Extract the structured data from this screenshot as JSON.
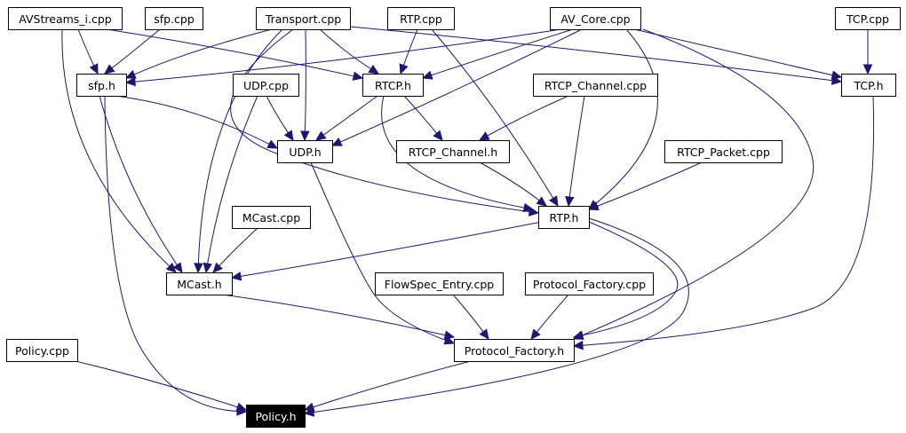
{
  "diagram": {
    "colors": {
      "edge": "#191970",
      "node_border": "#000000",
      "node_fill": "#ffffff",
      "highlight_fill": "#000000",
      "highlight_text": "#ffffff"
    },
    "nodes": [
      {
        "id": "avstreams_i_cpp",
        "label": "AVStreams_i.cpp"
      },
      {
        "id": "sfp_cpp",
        "label": "sfp.cpp"
      },
      {
        "id": "transport_cpp",
        "label": "Transport.cpp"
      },
      {
        "id": "rtp_cpp",
        "label": "RTP.cpp"
      },
      {
        "id": "av_core_cpp",
        "label": "AV_Core.cpp"
      },
      {
        "id": "tcp_cpp",
        "label": "TCP.cpp"
      },
      {
        "id": "sfp_h",
        "label": "sfp.h"
      },
      {
        "id": "udp_cpp",
        "label": "UDP.cpp"
      },
      {
        "id": "rtcp_h",
        "label": "RTCP.h"
      },
      {
        "id": "rtcp_channel_cpp",
        "label": "RTCP_Channel.cpp"
      },
      {
        "id": "tcp_h",
        "label": "TCP.h"
      },
      {
        "id": "udp_h",
        "label": "UDP.h"
      },
      {
        "id": "rtcp_channel_h",
        "label": "RTCP_Channel.h"
      },
      {
        "id": "rtcp_packet_cpp",
        "label": "RTCP_Packet.cpp"
      },
      {
        "id": "mcast_cpp",
        "label": "MCast.cpp"
      },
      {
        "id": "rtp_h",
        "label": "RTP.h"
      },
      {
        "id": "mcast_h",
        "label": "MCast.h"
      },
      {
        "id": "flowspec_entry_cpp",
        "label": "FlowSpec_Entry.cpp"
      },
      {
        "id": "protocol_factory_cpp",
        "label": "Protocol_Factory.cpp"
      },
      {
        "id": "policy_cpp",
        "label": "Policy.cpp"
      },
      {
        "id": "protocol_factory_h",
        "label": "Protocol_Factory.h"
      },
      {
        "id": "policy_h",
        "label": "Policy.h",
        "highlight": true
      }
    ],
    "edges": [
      {
        "from": "avstreams_i_cpp",
        "to": "sfp_h"
      },
      {
        "from": "avstreams_i_cpp",
        "to": "rtcp_h"
      },
      {
        "from": "avstreams_i_cpp",
        "to": "mcast_h"
      },
      {
        "from": "sfp_cpp",
        "to": "sfp_h"
      },
      {
        "from": "transport_cpp",
        "to": "sfp_h"
      },
      {
        "from": "transport_cpp",
        "to": "rtcp_h"
      },
      {
        "from": "transport_cpp",
        "to": "udp_h"
      },
      {
        "from": "transport_cpp",
        "to": "tcp_h"
      },
      {
        "from": "transport_cpp",
        "to": "rtp_h"
      },
      {
        "from": "transport_cpp",
        "to": "mcast_h"
      },
      {
        "from": "rtp_cpp",
        "to": "rtcp_h"
      },
      {
        "from": "rtp_cpp",
        "to": "rtp_h"
      },
      {
        "from": "av_core_cpp",
        "to": "sfp_h"
      },
      {
        "from": "av_core_cpp",
        "to": "rtcp_h"
      },
      {
        "from": "av_core_cpp",
        "to": "udp_h"
      },
      {
        "from": "av_core_cpp",
        "to": "tcp_h"
      },
      {
        "from": "av_core_cpp",
        "to": "rtp_h"
      },
      {
        "from": "av_core_cpp",
        "to": "protocol_factory_h"
      },
      {
        "from": "tcp_cpp",
        "to": "tcp_h"
      },
      {
        "from": "sfp_h",
        "to": "udp_h"
      },
      {
        "from": "sfp_h",
        "to": "mcast_h"
      },
      {
        "from": "sfp_h",
        "to": "policy_h"
      },
      {
        "from": "udp_cpp",
        "to": "udp_h"
      },
      {
        "from": "udp_cpp",
        "to": "mcast_h"
      },
      {
        "from": "rtcp_h",
        "to": "udp_h"
      },
      {
        "from": "rtcp_h",
        "to": "rtcp_channel_h"
      },
      {
        "from": "rtcp_h",
        "to": "rtp_h"
      },
      {
        "from": "rtcp_channel_cpp",
        "to": "rtcp_channel_h"
      },
      {
        "from": "rtcp_channel_cpp",
        "to": "rtp_h"
      },
      {
        "from": "tcp_h",
        "to": "protocol_factory_h"
      },
      {
        "from": "udp_h",
        "to": "protocol_factory_h"
      },
      {
        "from": "rtcp_channel_h",
        "to": "rtp_h"
      },
      {
        "from": "rtcp_packet_cpp",
        "to": "rtp_h"
      },
      {
        "from": "mcast_cpp",
        "to": "mcast_h"
      },
      {
        "from": "rtp_h",
        "to": "mcast_h"
      },
      {
        "from": "rtp_h",
        "to": "protocol_factory_h"
      },
      {
        "from": "rtp_h",
        "to": "policy_h"
      },
      {
        "from": "mcast_h",
        "to": "protocol_factory_h"
      },
      {
        "from": "flowspec_entry_cpp",
        "to": "protocol_factory_h"
      },
      {
        "from": "protocol_factory_cpp",
        "to": "protocol_factory_h"
      },
      {
        "from": "policy_cpp",
        "to": "policy_h"
      },
      {
        "from": "protocol_factory_h",
        "to": "policy_h"
      }
    ]
  }
}
